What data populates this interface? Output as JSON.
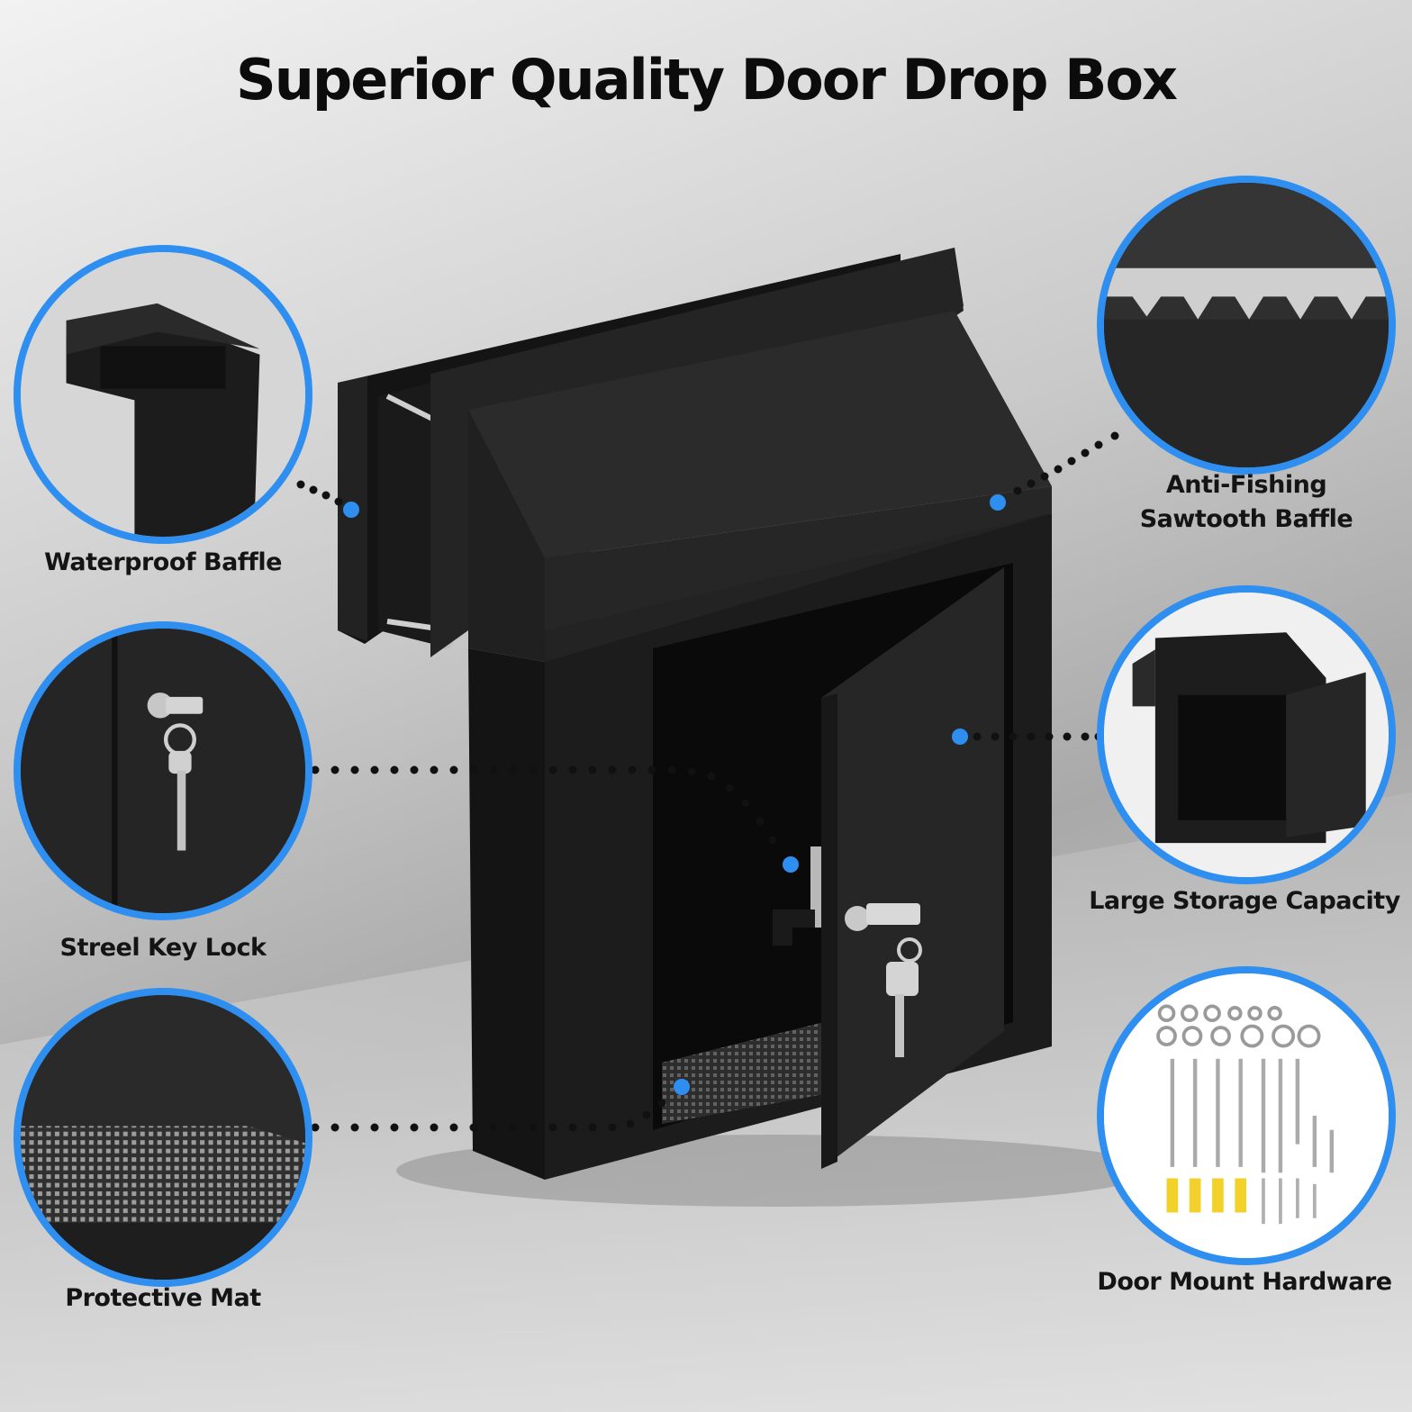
{
  "title": "Superior Quality Door Drop Box",
  "features": {
    "waterproof_baffle": "Waterproof Baffle",
    "key_lock": "Streel Key Lock",
    "protective_mat": "Protective Mat",
    "anti_fishing_line1": "Anti-Fishing",
    "anti_fishing_line2": "Sawtooth Baffle",
    "storage": "Large Storage Capacity",
    "hardware": "Door Mount Hardware"
  },
  "colors": {
    "accent": "#2f8ff0",
    "box_black": "#1c1c1c",
    "text": "#141414"
  }
}
